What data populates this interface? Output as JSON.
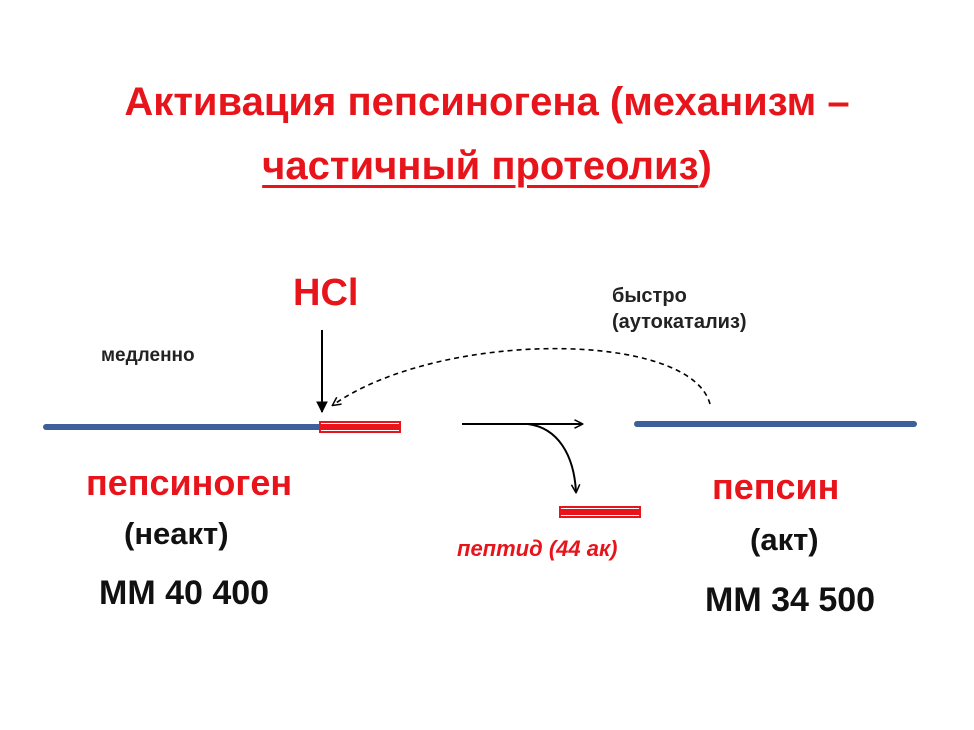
{
  "title": {
    "line1": "Активация пепсиногена (механизм –",
    "line2_underlined": "частичный протеолиз",
    "line2_tail": ")"
  },
  "labels": {
    "hcl": "HCl",
    "slow": "медленно",
    "fast_line1": "быстро",
    "fast_line2": "(аутокатализ)",
    "peptide": "пептид (44 ак)"
  },
  "pepsinogen": {
    "name": "пепсиноген",
    "state": "(неакт)",
    "mm": "ММ 40 400"
  },
  "pepsin": {
    "name": "пепсин",
    "state": "(акт)",
    "mm": "ММ 34 500"
  },
  "colors": {
    "red": "#e8141c",
    "blue": "#3f5f9a",
    "text": "#111111"
  }
}
